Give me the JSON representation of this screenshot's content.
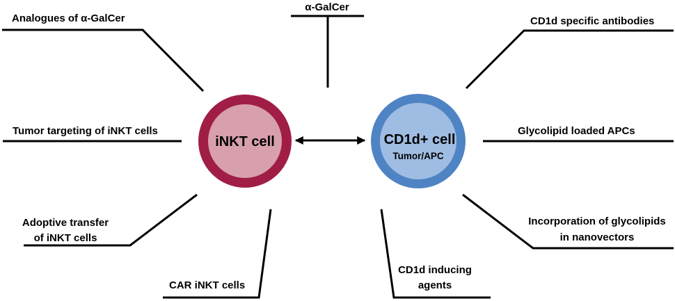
{
  "diagram": {
    "cells": {
      "inkt": {
        "label": "iNKT cell",
        "outer_color": "#a01e46",
        "inner_color": "#d7a0ac"
      },
      "cd1d": {
        "label": "CD1d+ cell",
        "sublabel": "Tumor/APC",
        "outer_color": "#4f84c4",
        "inner_color": "#9fbde2"
      }
    },
    "connector": "bidirectional-arrow",
    "labels": {
      "alpha_galcer": "α-GalCer",
      "analogues": "Analogues of α-GalCer",
      "tumor_targeting": "Tumor targeting of iNKT cells",
      "adoptive_line1": "Adoptive transfer",
      "adoptive_line2": "of iNKT cells",
      "car_inkt": "CAR iNKT cells",
      "cd1d_inducing_line1": "CD1d inducing",
      "cd1d_inducing_line2": "agents",
      "incorporation_line1": "Incorporation of glycolipids",
      "incorporation_line2": "in nanovectors",
      "glycolipid_apcs": "Glycolipid loaded APCs",
      "cd1d_antibodies": "CD1d specific antibodies"
    }
  }
}
